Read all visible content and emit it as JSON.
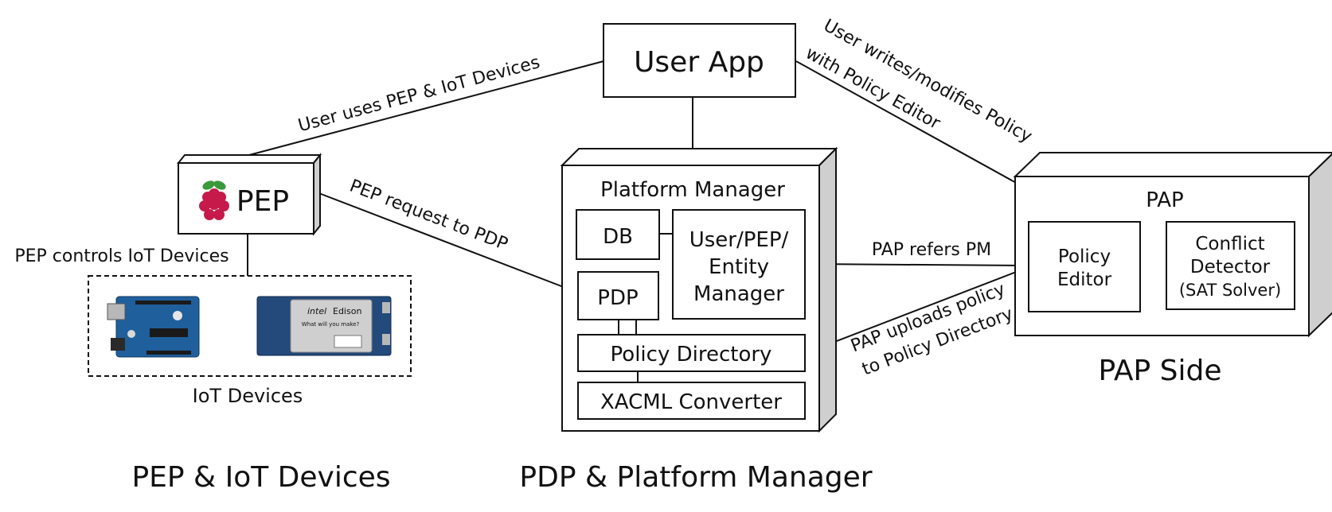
{
  "nodes": {
    "user_app": "User App",
    "pep": "PEP",
    "platform_manager_title": "Platform Manager",
    "db": "DB",
    "entity_manager": [
      "User/PEP/",
      "Entity",
      "Manager"
    ],
    "pdp": "PDP",
    "policy_directory": "Policy Directory",
    "xacml_converter": "XACML Converter",
    "pap_title": "PAP",
    "policy_editor": [
      "Policy",
      "Editor"
    ],
    "conflict_detector": [
      "Conflict",
      "Detector",
      "(SAT Solver)"
    ],
    "iot_devices": "IoT Devices",
    "iot_brand_1": "intel",
    "iot_brand_2": "Edison",
    "iot_tagline": "What will you make?"
  },
  "edges": {
    "user_uses": "User uses PEP & IoT Devices",
    "user_writes": [
      "User writes/modifies Policy",
      "with Policy Editor"
    ],
    "pep_request": "PEP request to PDP",
    "pep_controls": "PEP controls IoT Devices",
    "pap_refers": "PAP refers PM",
    "pap_uploads": [
      "PAP uploads policy",
      "to Policy Directory"
    ]
  },
  "sections": {
    "left": "PEP & IoT Devices",
    "middle": "PDP & Platform Manager",
    "right": "PAP Side"
  },
  "colors": {
    "raspberry": "#c51a4a",
    "raspberry_leaf": "#3a9a3a",
    "board_blue": "#1f5f9c",
    "board_edison": "#234a7a"
  }
}
